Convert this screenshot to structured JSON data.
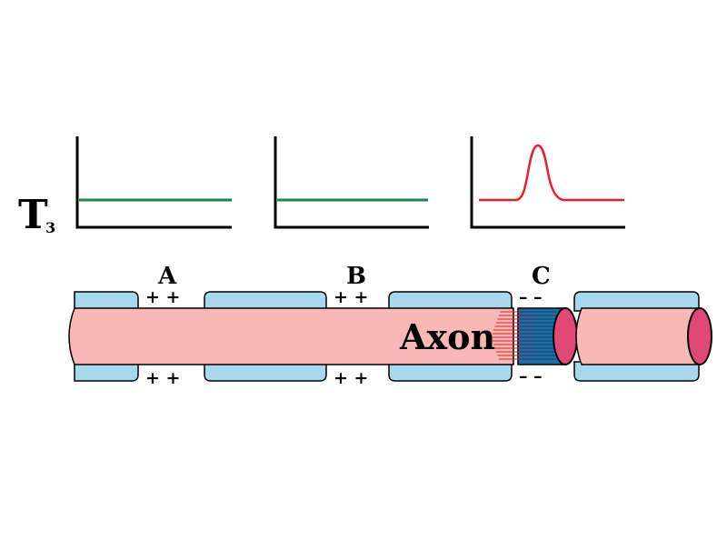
{
  "time_label": {
    "main": "T",
    "subscript": "3"
  },
  "graphs": [
    {
      "trace": "flat",
      "color": "#1a8a52"
    },
    {
      "trace": "flat",
      "color": "#1a8a52"
    },
    {
      "trace": "spike",
      "color": "#e8202a"
    }
  ],
  "nodes": [
    {
      "label": "A",
      "top_charge": "+ +",
      "bottom_charge": "+ +"
    },
    {
      "label": "B",
      "top_charge": "+ +",
      "bottom_charge": "+ +"
    },
    {
      "label": "C",
      "top_charge": "– –",
      "bottom_charge": "– –"
    }
  ],
  "axon_label": "Axon",
  "colors": {
    "myelin": "#a8d8ec",
    "axon": "#f8b8b8",
    "axon_end": "#e04878",
    "depolarized": "#1e6fa8",
    "current_lines": "#e02020",
    "outline": "#000000"
  }
}
